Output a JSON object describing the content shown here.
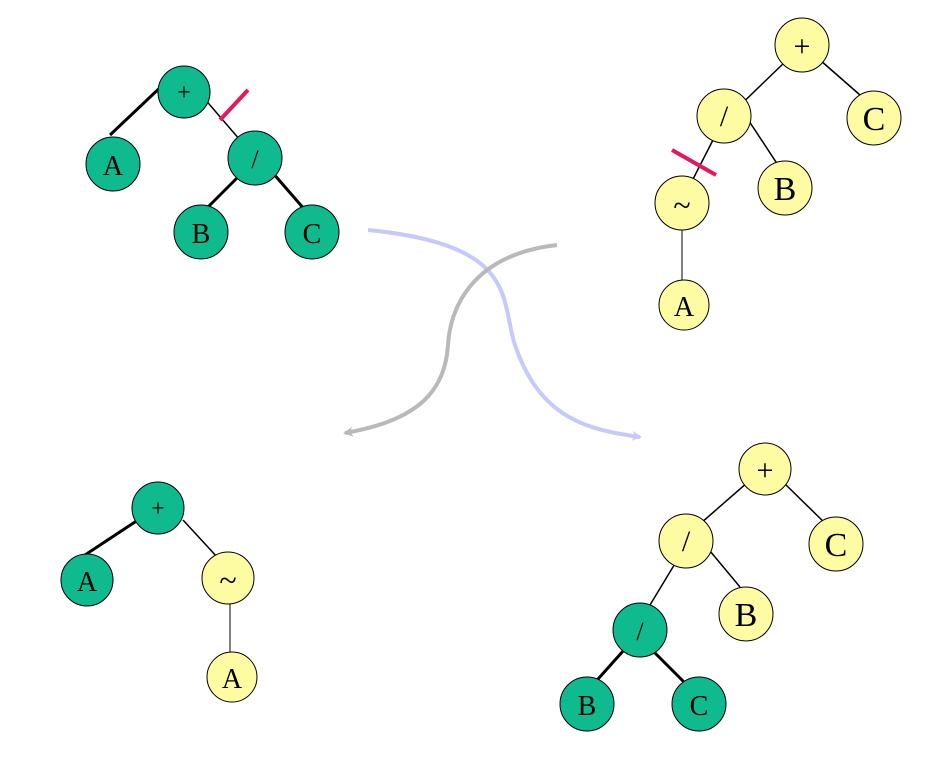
{
  "colors": {
    "green": "#0fba8f",
    "yellow": "#fdfca3",
    "cut": "#e5175d",
    "arrow_gray": "#b9b9b9",
    "arrow_lavender": "#c7c8fb"
  },
  "parent_1": {
    "nodes": [
      {
        "id": "p1-plus",
        "label": "+"
      },
      {
        "id": "p1-a",
        "label": "A"
      },
      {
        "id": "p1-div",
        "label": "/"
      },
      {
        "id": "p1-b",
        "label": "B"
      },
      {
        "id": "p1-c",
        "label": "C"
      }
    ]
  },
  "parent_2": {
    "nodes": [
      {
        "id": "p2-plus",
        "label": "+"
      },
      {
        "id": "p2-div",
        "label": "/"
      },
      {
        "id": "p2-c",
        "label": "C"
      },
      {
        "id": "p2-not",
        "label": "~"
      },
      {
        "id": "p2-b",
        "label": "B"
      },
      {
        "id": "p2-a",
        "label": "A"
      }
    ]
  },
  "child_1": {
    "nodes": [
      {
        "id": "c1-plus",
        "label": "+"
      },
      {
        "id": "c1-a",
        "label": "A"
      },
      {
        "id": "c1-not",
        "label": "~"
      },
      {
        "id": "c1-a2",
        "label": "A"
      }
    ]
  },
  "child_2": {
    "nodes": [
      {
        "id": "c2-plus",
        "label": "+"
      },
      {
        "id": "c2-div",
        "label": "/"
      },
      {
        "id": "c2-c",
        "label": "C"
      },
      {
        "id": "c2-div2",
        "label": "/"
      },
      {
        "id": "c2-b",
        "label": "B"
      },
      {
        "id": "c2-bb",
        "label": "B"
      },
      {
        "id": "c2-cc",
        "label": "C"
      }
    ]
  }
}
